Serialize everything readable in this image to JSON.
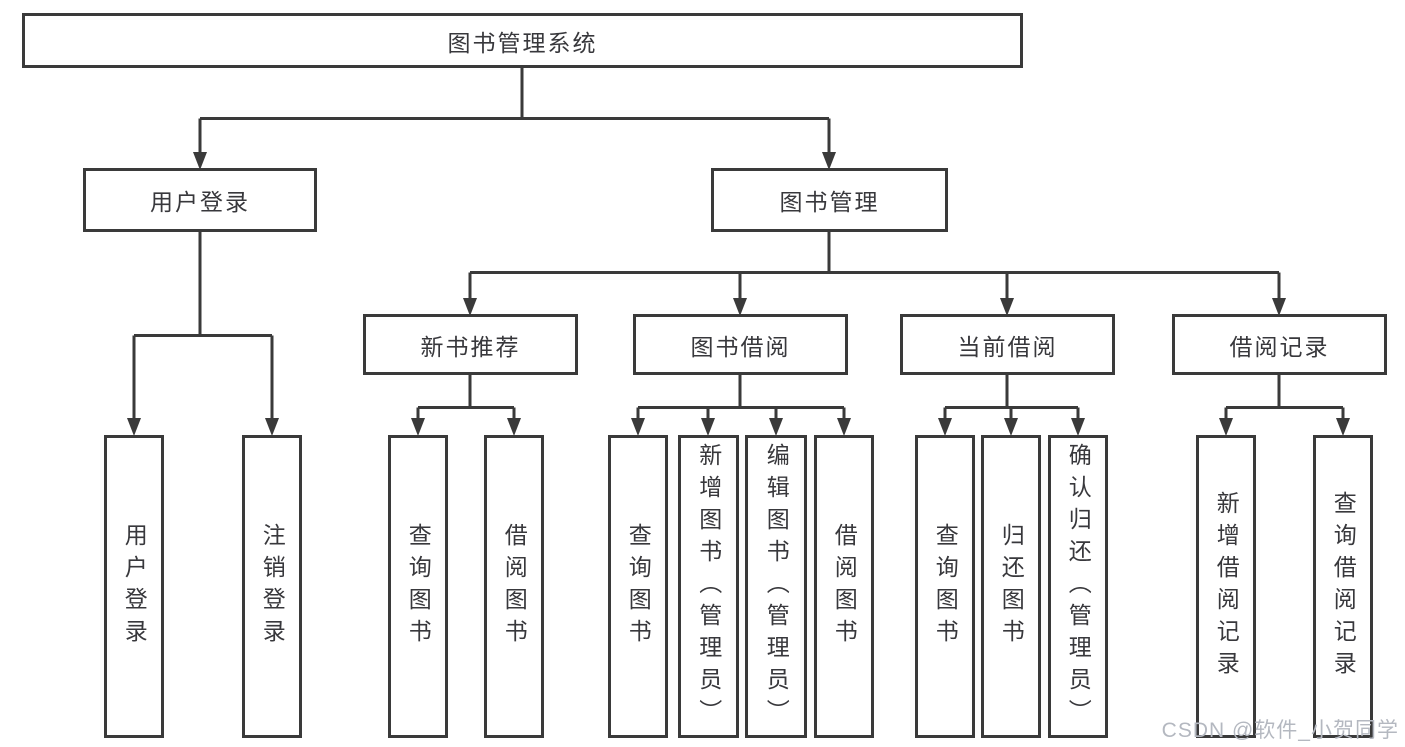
{
  "root_label": "图书管理系统",
  "user_login": {
    "label": "用户登录",
    "children": [
      "用户登录",
      "注销登录"
    ]
  },
  "book_management": {
    "label": "图书管理",
    "sections": [
      {
        "label": "新书推荐",
        "children": [
          "查询图书",
          "借阅图书"
        ]
      },
      {
        "label": "图书借阅",
        "children": [
          "查询图书",
          "新增图书（管理员）",
          "编辑图书（管理员）",
          "借阅图书"
        ]
      },
      {
        "label": "当前借阅",
        "children": [
          "查询图书",
          "归还图书",
          "确认归还（管理员）"
        ]
      },
      {
        "label": "借阅记录",
        "children": [
          "新增借阅记录",
          "查询借阅记录"
        ]
      }
    ]
  },
  "watermark": "CSDN @软件_小贺同学",
  "colors": {
    "line": "#3a3a3a",
    "text": "#38383c",
    "watermark": "#b4b8c0",
    "background": "#ffffff"
  }
}
